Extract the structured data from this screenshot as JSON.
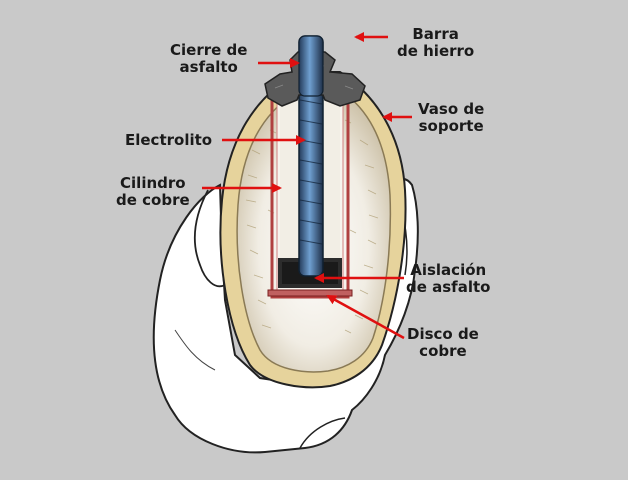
{
  "labels": {
    "cierre": {
      "line1": "Cierre de",
      "line2": "asfalto"
    },
    "barra": {
      "line1": "Barra",
      "line2": "de hierro"
    },
    "vaso": {
      "line1": "Vaso de",
      "line2": "soporte"
    },
    "electrolito": {
      "line1": "Electrolito"
    },
    "cilindro": {
      "line1": "Cilindro",
      "line2": "de cobre"
    },
    "aislacion": {
      "line1": "Aislación",
      "line2": "de asfalto"
    },
    "disco": {
      "line1": "Disco de",
      "line2": "cobre"
    }
  },
  "colors": {
    "background": "#c9c9c9",
    "arrow": "#e01010",
    "copper": "#b04040",
    "iron": "#4a7ab0",
    "asphalt": "#3a3a3a",
    "vessel": "#e8d9a8"
  }
}
